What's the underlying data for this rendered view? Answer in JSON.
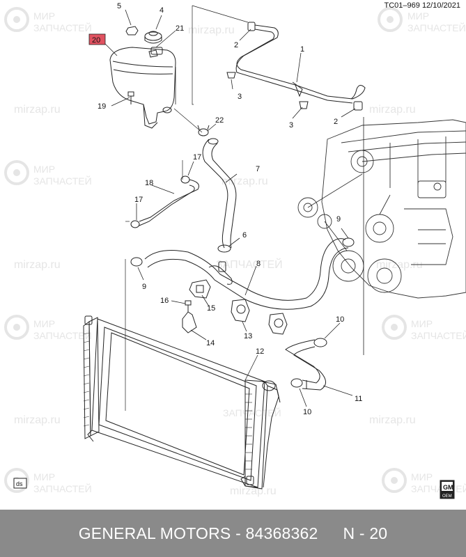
{
  "header": {
    "ref_code": "TC01–969",
    "date": "12/10/2021"
  },
  "callouts": [
    {
      "id": "c5",
      "label": "5"
    },
    {
      "id": "c4",
      "label": "4"
    },
    {
      "id": "c21",
      "label": "21"
    },
    {
      "id": "c20",
      "label": "20"
    },
    {
      "id": "c19",
      "label": "19"
    },
    {
      "id": "c2a",
      "label": "2"
    },
    {
      "id": "c1",
      "label": "1"
    },
    {
      "id": "c3a",
      "label": "3"
    },
    {
      "id": "c3b",
      "label": "3"
    },
    {
      "id": "c2b",
      "label": "2"
    },
    {
      "id": "c22",
      "label": "22"
    },
    {
      "id": "c17a",
      "label": "17"
    },
    {
      "id": "c7",
      "label": "7"
    },
    {
      "id": "c18",
      "label": "18"
    },
    {
      "id": "c17b",
      "label": "17"
    },
    {
      "id": "c9a",
      "label": "9"
    },
    {
      "id": "c6",
      "label": "6"
    },
    {
      "id": "c8",
      "label": "8"
    },
    {
      "id": "c9b",
      "label": "9"
    },
    {
      "id": "c16",
      "label": "16"
    },
    {
      "id": "c15",
      "label": "15"
    },
    {
      "id": "c13",
      "label": "13"
    },
    {
      "id": "c14",
      "label": "14"
    },
    {
      "id": "c10a",
      "label": "10"
    },
    {
      "id": "c12",
      "label": "12"
    },
    {
      "id": "c11",
      "label": "11"
    },
    {
      "id": "c10b",
      "label": "10"
    }
  ],
  "badge_left": "ds",
  "badge_right": "GM",
  "badge_right_sub": "OEM",
  "watermark": {
    "line1": "МИР",
    "line2": "ЗАПЧАСТЕЙ",
    "site": "mirzap.ru",
    "site_alt": "mirzap.ru",
    "text_alt": "ЗАПЧАСТЕЙ"
  },
  "footer": {
    "brand": "GENERAL MOTORS",
    "separator": "-",
    "part_number": "84368362",
    "page_ref": "N - 20"
  },
  "colors": {
    "footer_bg": "#8a8a8a",
    "highlight": "#e05260",
    "line": "#222222"
  }
}
